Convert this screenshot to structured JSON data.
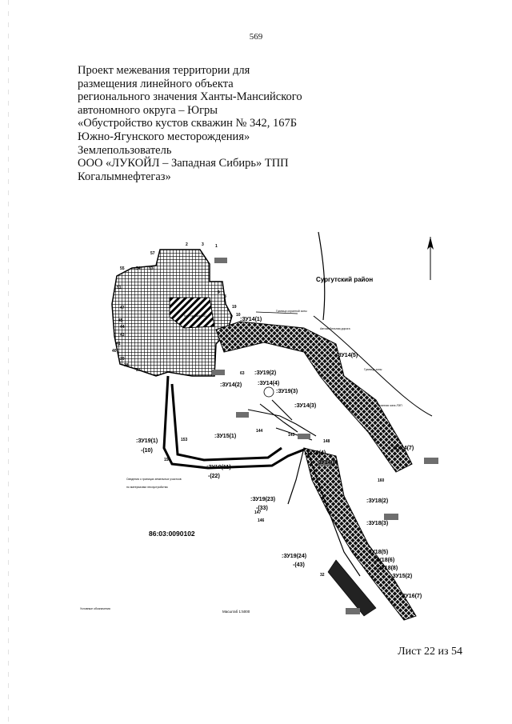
{
  "page": {
    "number": "569",
    "title_lines": [
      "Проект межевания территории для",
      "размещения линейного объекта",
      "регионального значения Ханты-Мансийского",
      "автономного округа  –  Югры",
      "«Обустройство кустов скважин № 342, 167Б",
      "Южно-Ягунского месторождения»",
      "Землепользователь",
      "ООО «ЛУКОЙЛ – Западная Сибирь» ТПП",
      "Когалымнефтегаз»"
    ],
    "footer": "Лист 22 из 54"
  },
  "map": {
    "region_label": "Сургутский район",
    "cadastral_block": "86:03:0090102",
    "plot_labels": [
      ":ЗУ14(1)",
      ":ЗУ14(5)",
      ":ЗУ19(2)",
      ":ЗУ14(4)",
      ":ЗУ14(2)",
      ":ЗУ19(3)",
      ":ЗУ14(3)",
      ":ЗУ15(1)",
      ":ЗУ19(1)",
      "-(10)",
      ":ЗУ19(11)",
      "-(22)",
      ":ЗУ14(7)",
      ":ЗУ18(4)",
      ":ЗУ14(6)",
      ":ЗУ19(23)",
      "-(33)",
      ":ЗУ19(24)",
      "-(43)",
      ":ЗУ18(2)",
      ":ЗУ18(3)",
      ":ЗУ18(5)",
      ":ЗУ18(6)",
      ":ЗУ18(8)",
      ":ЗУ15(2)",
      ":ЗУ16(7)"
    ],
    "point_numbers": [
      "57",
      "2",
      "3",
      "1",
      "55",
      "54",
      "53",
      "51",
      "47",
      "45",
      "44",
      "43",
      "41",
      "40",
      "39",
      "38",
      "37",
      "19",
      "10",
      "9",
      "8",
      "63",
      "144",
      "143",
      "147",
      "146",
      "153",
      "158",
      "148",
      "160",
      "32"
    ],
    "scale_caption": "Масштаб 1:5000",
    "colors": {
      "ink": "#000000",
      "gray_tag": "#6e6e6e"
    }
  }
}
